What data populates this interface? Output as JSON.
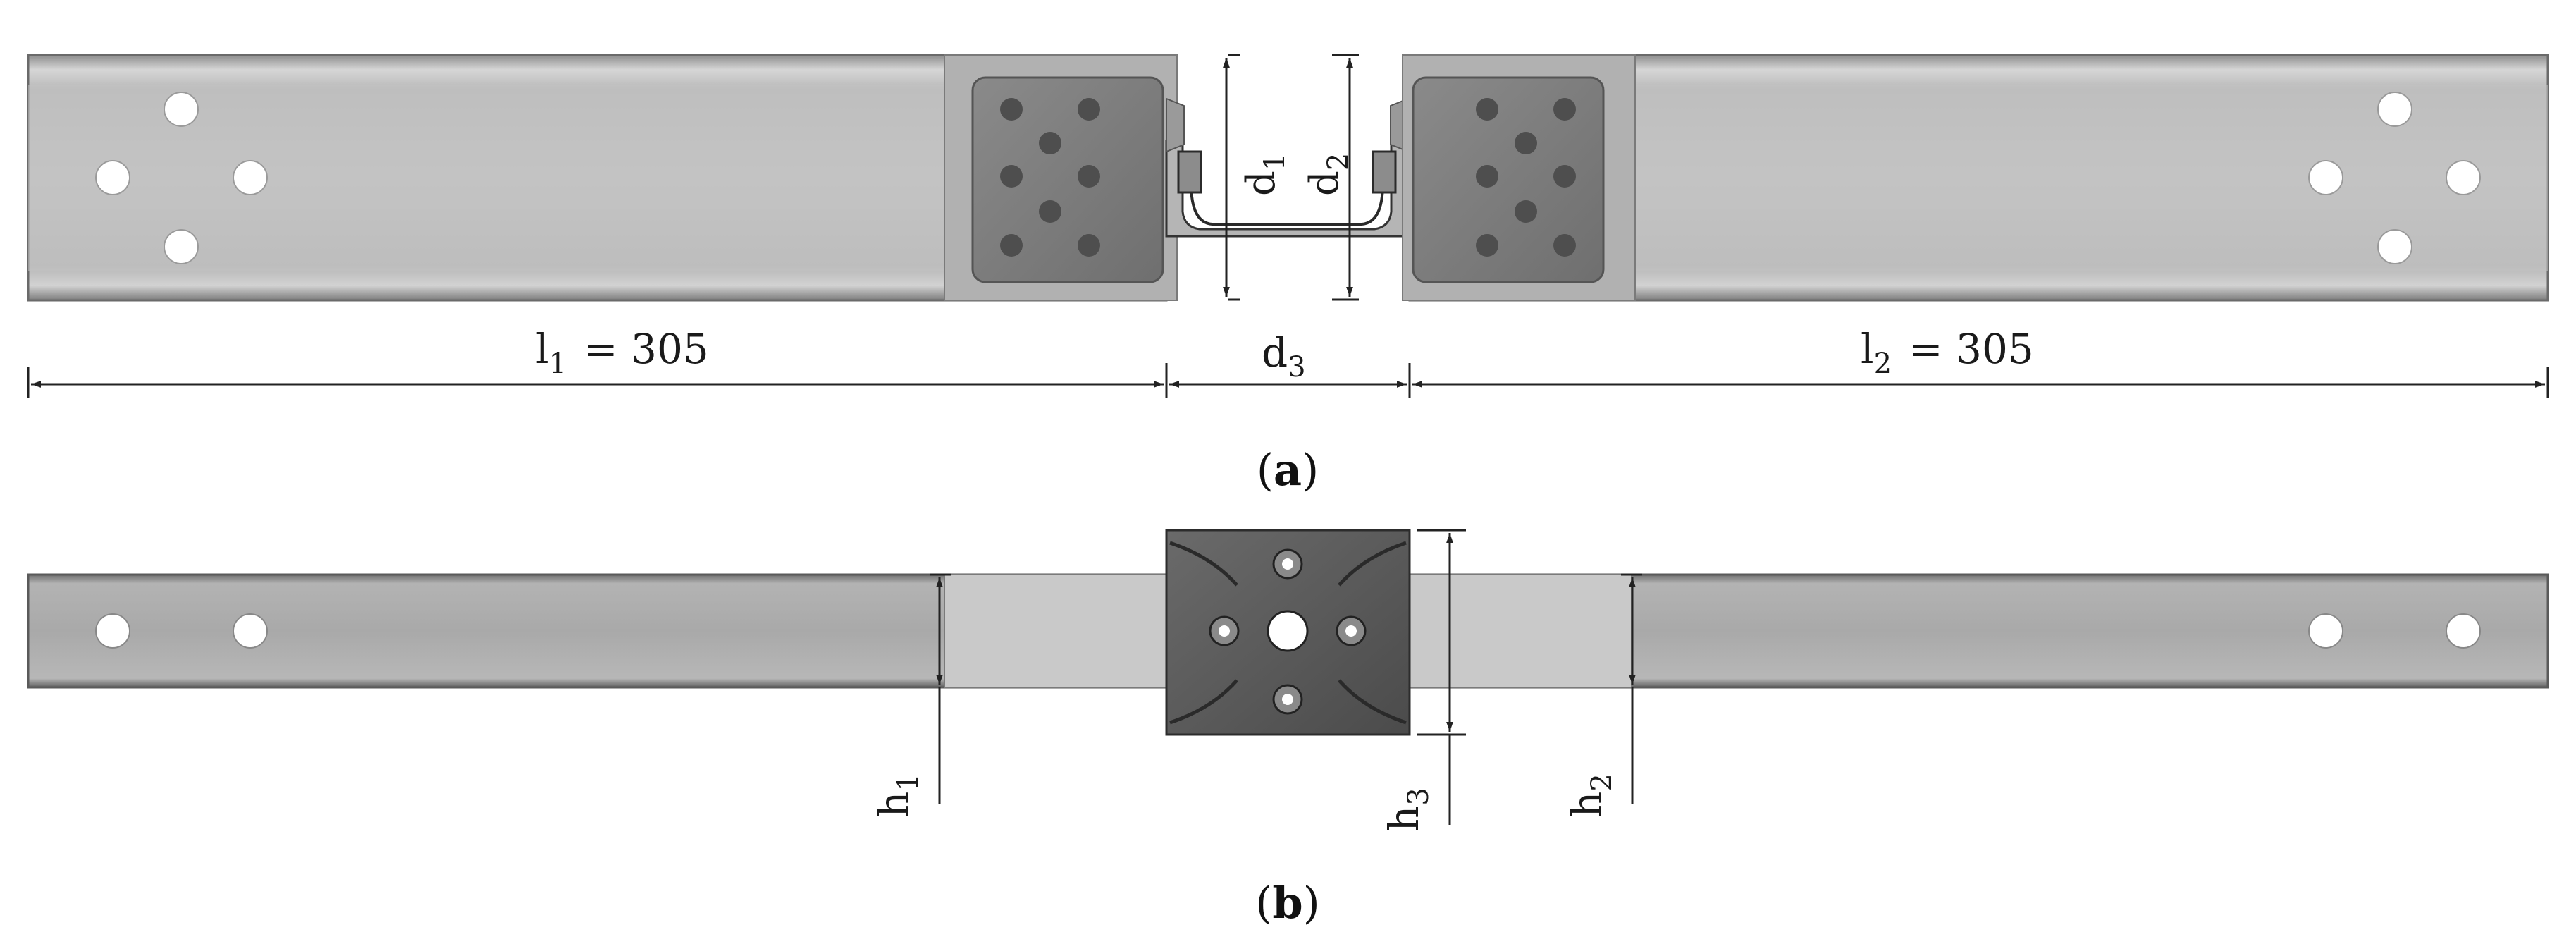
{
  "view_a": {
    "caption_open": "(",
    "caption_letter": "a",
    "caption_close": ")",
    "label_l1_base": "l",
    "label_l1_sub": "1",
    "label_l1_value": "= 305",
    "label_l2_base": "l",
    "label_l2_sub": "2",
    "label_l2_value": "= 305",
    "label_d1_base": "d",
    "label_d1_sub": "1",
    "label_d2_base": "d",
    "label_d2_sub": "2",
    "label_d3_base": "d",
    "label_d3_sub": "3"
  },
  "view_b": {
    "caption_open": "(",
    "caption_letter": "b",
    "caption_close": ")",
    "label_h1_base": "h",
    "label_h1_sub": "1",
    "label_h2_base": "h",
    "label_h2_sub": "2",
    "label_h3_base": "h",
    "label_h3_sub": "3"
  }
}
